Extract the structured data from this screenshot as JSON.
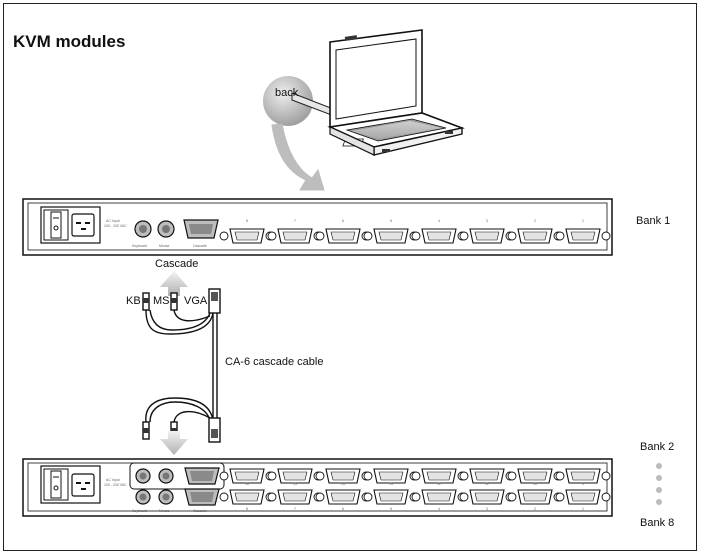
{
  "title": "KVM modules",
  "back_label": "back",
  "cascade_label": "Cascade",
  "cable_label": "CA-6 cascade cable",
  "connectors": {
    "kb": "KB",
    "ms": "MS",
    "vga": "VGA"
  },
  "banks": {
    "bank1": "Bank 1",
    "bank2": "Bank 2",
    "bank8": "Bank 8"
  },
  "panel_labels": {
    "ac_input": "AC Input",
    "ac_range": "100 - 240 VAC",
    "keyboard": "Keyboard",
    "mouse": "Mouse",
    "cascade": "Cascade"
  },
  "bank1_port_numbers": [
    "8",
    "7",
    "6",
    "5",
    "4",
    "3",
    "2",
    "1"
  ],
  "bank2_top_port_numbers": [
    "16",
    "15",
    "14",
    "13",
    "12",
    "11",
    "10",
    "9"
  ],
  "bank2_bottom_port_numbers": [
    "8",
    "7",
    "6",
    "5",
    "4",
    "3",
    "2",
    "1"
  ]
}
